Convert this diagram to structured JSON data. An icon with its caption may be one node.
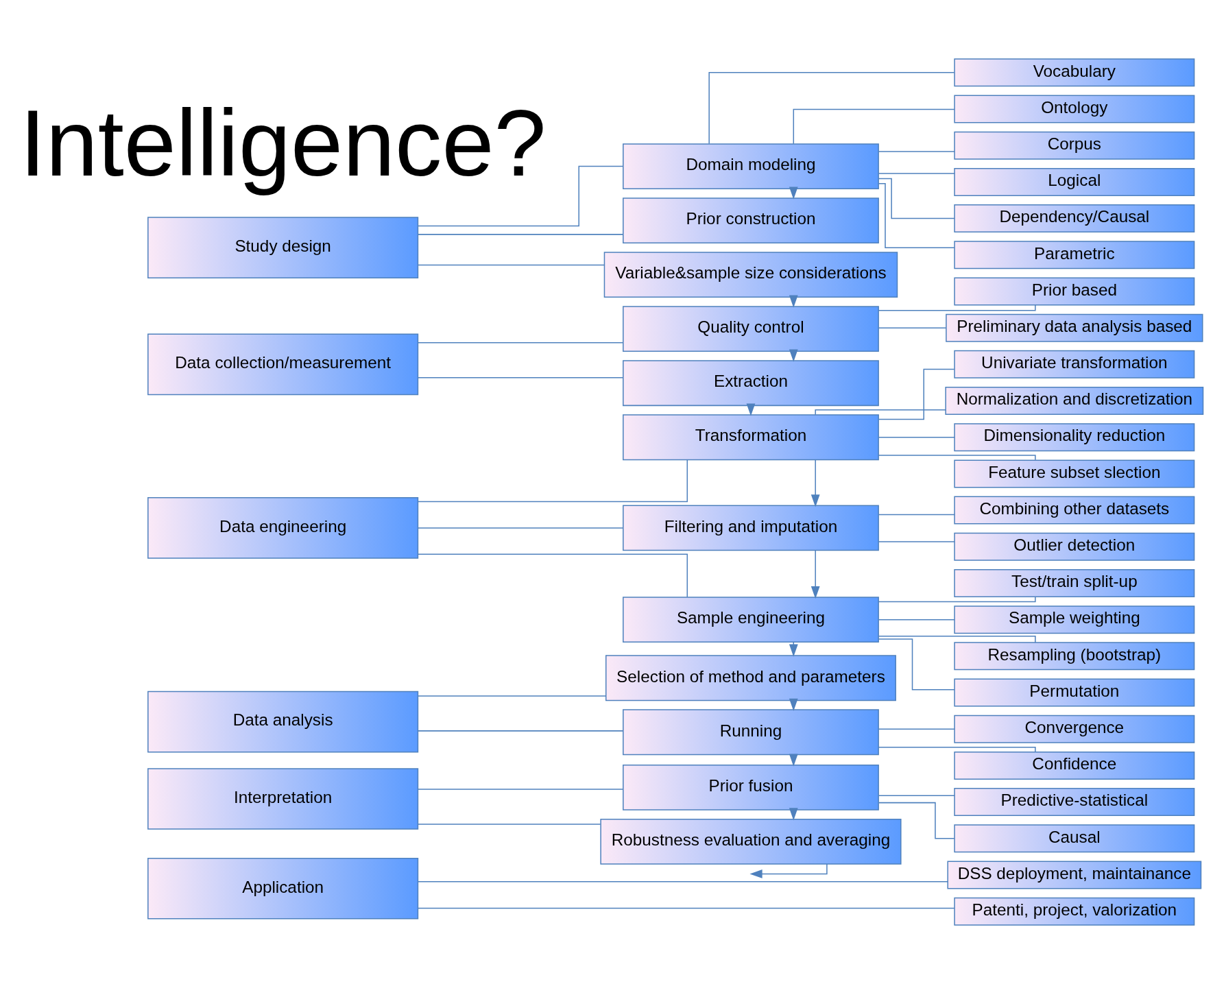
{
  "diagram": {
    "nodes": [
      {
        "text": [
          "Study design"
        ]
      },
      {
        "text": [
          "Data collection/measurement"
        ]
      },
      {
        "text": [
          "Data engineering"
        ]
      },
      {
        "text": [
          "Data analysis"
        ]
      },
      {
        "text": [
          "Interpretation"
        ]
      },
      {
        "text": [
          "Application"
        ]
      },
      {
        "text": [
          "Domain modeling"
        ]
      },
      {
        "text": [
          "Prior construction"
        ]
      },
      {
        "text": [
          "Variable&sample size considerations"
        ]
      },
      {
        "text": [
          "Quality control"
        ]
      },
      {
        "text": [
          "Extraction"
        ]
      },
      {
        "text": [
          "Transformation"
        ]
      },
      {
        "text": [
          "Filtering and imputation"
        ]
      },
      {
        "text": [
          "Sample engineering"
        ]
      },
      {
        "text": [
          "Selection of method and parameters"
        ]
      },
      {
        "text": [
          "Running"
        ]
      },
      {
        "text": [
          "Prior fusion"
        ]
      },
      {
        "text": [
          "Robustness evaluation and averaging"
        ]
      },
      {
        "text": [
          "Vocabulary"
        ]
      },
      {
        "text": [
          "Ontology"
        ]
      },
      {
        "text": [
          "Corpus"
        ]
      },
      {
        "text": [
          "Logical"
        ]
      },
      {
        "text": [
          "Dependency/Causal"
        ]
      },
      {
        "text": [
          "Parametric"
        ]
      },
      {
        "text": [
          "Prior based"
        ]
      },
      {
        "text": [
          "Preliminary data analysis based"
        ]
      },
      {
        "text": [
          "Univariate transformation"
        ]
      },
      {
        "text": [
          "Normalization and discretization"
        ]
      },
      {
        "text": [
          "Dimensionality reduction"
        ]
      },
      {
        "text": [
          "Feature subset slection"
        ]
      },
      {
        "text": [
          "Combining other datasets"
        ]
      },
      {
        "text": [
          "Outlier detection"
        ]
      },
      {
        "text": [
          "Test/train split-up"
        ]
      },
      {
        "text": [
          "Sample weighting"
        ]
      },
      {
        "text": [
          "Resampling (bootstrap)"
        ]
      },
      {
        "text": [
          "Permutation"
        ]
      },
      {
        "text": [
          "Convergence"
        ]
      },
      {
        "text": [
          "Confidence"
        ]
      },
      {
        "text": [
          "Predictive-statistical"
        ]
      },
      {
        "text": [
          "Causal"
        ]
      },
      {
        "text": [
          "DSS deployment, maintainance"
        ]
      },
      {
        "text": [
          "Patenti, project, valorization"
        ]
      }
    ],
    "edges": [
      {
        "from": 0,
        "to": 6,
        "arrow": "none"
      },
      {
        "from": 0,
        "to": 7,
        "arrow": "none"
      },
      {
        "from": 0,
        "to": 8,
        "arrow": "none"
      },
      {
        "from": 1,
        "to": 9,
        "arrow": "none"
      },
      {
        "from": 1,
        "to": 10,
        "arrow": "none"
      },
      {
        "from": 2,
        "to": 11,
        "arrow": "none"
      },
      {
        "from": 2,
        "to": 12,
        "arrow": "none"
      },
      {
        "from": 2,
        "to": 13,
        "arrow": "none"
      },
      {
        "from": 3,
        "to": 14,
        "arrow": "none"
      },
      {
        "from": 3,
        "to": 15,
        "arrow": "none"
      },
      {
        "from": 4,
        "to": 16,
        "arrow": "none"
      },
      {
        "from": 4,
        "to": 17,
        "arrow": "none"
      },
      {
        "from": 5,
        "to": 40,
        "arrow": "none"
      },
      {
        "from": 5,
        "to": 41,
        "arrow": "none"
      },
      {
        "from": 6,
        "to": 7,
        "arrow": "to"
      },
      {
        "from": 8,
        "to": 9,
        "arrow": "to"
      },
      {
        "from": 9,
        "to": 10,
        "arrow": "to"
      },
      {
        "from": 10,
        "to": 11,
        "arrow": "to"
      },
      {
        "from": 11,
        "to": 12,
        "arrow": "to"
      },
      {
        "from": 12,
        "to": 13,
        "arrow": "to"
      },
      {
        "from": 13,
        "to": 14,
        "arrow": "to"
      },
      {
        "from": 14,
        "to": 15,
        "arrow": "to"
      },
      {
        "from": 15,
        "to": 16,
        "arrow": "to"
      },
      {
        "from": 16,
        "to": 17,
        "arrow": "to"
      },
      {
        "from": 17,
        "to": null,
        "arrow": "to"
      },
      {
        "from": 6,
        "to": 18,
        "arrow": "none"
      },
      {
        "from": 6,
        "to": 19,
        "arrow": "none"
      },
      {
        "from": 6,
        "to": 20,
        "arrow": "none"
      },
      {
        "from": 6,
        "to": 21,
        "arrow": "none"
      },
      {
        "from": 6,
        "to": 22,
        "arrow": "none"
      },
      {
        "from": 6,
        "to": 23,
        "arrow": "none"
      },
      {
        "from": 9,
        "to": 24,
        "arrow": "none"
      },
      {
        "from": 9,
        "to": 25,
        "arrow": "none"
      },
      {
        "from": 11,
        "to": 26,
        "arrow": "none"
      },
      {
        "from": 11,
        "to": 27,
        "arrow": "none"
      },
      {
        "from": 11,
        "to": 28,
        "arrow": "none"
      },
      {
        "from": 11,
        "to": 29,
        "arrow": "none"
      },
      {
        "from": 12,
        "to": 30,
        "arrow": "none"
      },
      {
        "from": 12,
        "to": 31,
        "arrow": "none"
      },
      {
        "from": 13,
        "to": 32,
        "arrow": "none"
      },
      {
        "from": 13,
        "to": 33,
        "arrow": "none"
      },
      {
        "from": 13,
        "to": 34,
        "arrow": "none"
      },
      {
        "from": 13,
        "to": 35,
        "arrow": "none"
      },
      {
        "from": 15,
        "to": 36,
        "arrow": "none"
      },
      {
        "from": 15,
        "to": 37,
        "arrow": "none"
      },
      {
        "from": 16,
        "to": 38,
        "arrow": "none"
      },
      {
        "from": 16,
        "to": 39,
        "arrow": "none"
      }
    ],
    "labels": [
      "Intelligence?"
    ]
  }
}
